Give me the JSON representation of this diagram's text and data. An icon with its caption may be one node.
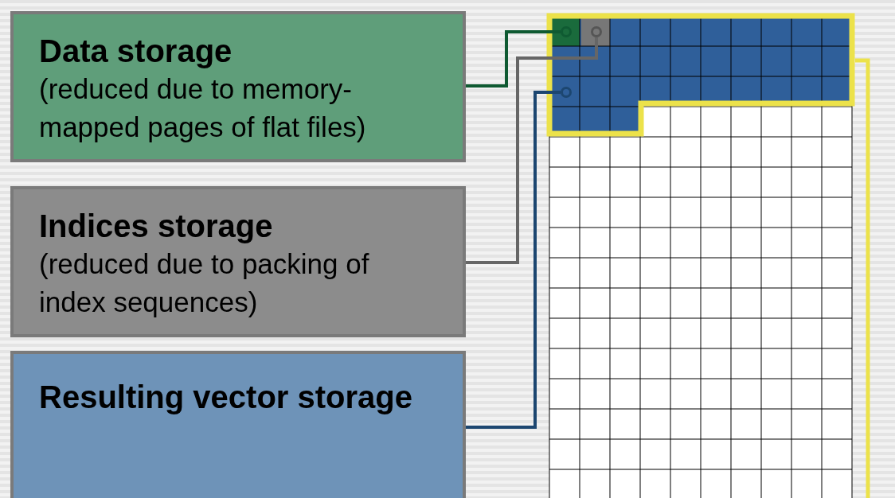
{
  "diagram": {
    "nodes": [
      {
        "text": [
          "Data storage",
          "(reduced due to memory-mapped pages of flat files)"
        ]
      },
      {
        "text": [
          "Indices storage",
          "(reduced due to packing of index sequences)"
        ]
      },
      {
        "text": [
          "Resulting vector storage"
        ]
      },
      {
        "text": [],
        "shape": "circle"
      },
      {
        "text": [],
        "shape": "circle"
      },
      {
        "text": [],
        "shape": "circle"
      }
    ],
    "edges": [
      {
        "from": 0,
        "to": 3,
        "arrow": "none",
        "color": "#0f5a32"
      },
      {
        "from": 1,
        "to": 4,
        "arrow": "none",
        "color": "#666666"
      },
      {
        "from": 2,
        "to": 5,
        "arrow": "none",
        "color": "#1c4670"
      }
    ]
  }
}
